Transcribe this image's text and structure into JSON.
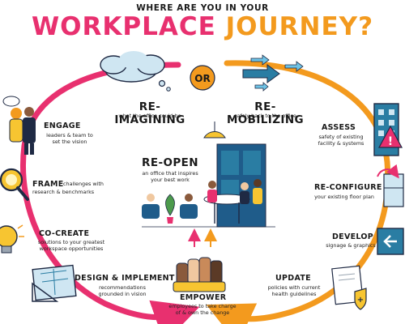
{
  "header": {
    "kicker": "WHERE ARE YOU IN YOUR",
    "title_part1": "WORKPLACE",
    "title_part2": "JOURNEY?"
  },
  "colors": {
    "pink": "#e8306f",
    "orange": "#f39a1e",
    "navy": "#1f2a44",
    "teal": "#2a7da3",
    "yellow": "#f7c531"
  },
  "center": {
    "connector": "OR",
    "reimagining": {
      "title": "RE-IMAGINING",
      "subtitle": "what the office could be"
    },
    "remobilizing": {
      "title": "RE-MOBILIZING",
      "subtitle": "safely back to the office"
    },
    "reopen": {
      "title": "RE-OPEN",
      "subtitle_l1": "an office that inspires",
      "subtitle_l2": "your best work"
    }
  },
  "steps_left": [
    {
      "title": "ENGAGE",
      "lines": [
        "leaders & team to",
        "set the vision"
      ]
    },
    {
      "title": "FRAME",
      "lines": [
        "challenges with",
        "research & benchmarks"
      ]
    },
    {
      "title": "CO-CREATE",
      "lines": [
        "solutions to your greatest",
        "workspace opportunities"
      ]
    },
    {
      "title": "DESIGN & IMPLEMENT",
      "lines": [
        "recommendations",
        "grounded in vision"
      ]
    }
  ],
  "steps_right": [
    {
      "title": "ASSESS",
      "lines": [
        "safety of existing",
        "facility & systems"
      ]
    },
    {
      "title": "RE-CONFIGURE",
      "lines": [
        "your existing floor plan"
      ]
    },
    {
      "title": "DEVELOP",
      "lines": [
        "signage & graphics"
      ]
    },
    {
      "title": "UPDATE",
      "lines": [
        "policies with current",
        "health guidelines"
      ]
    }
  ],
  "bottom": {
    "title": "EMPOWER",
    "lines": [
      "employees to take charge",
      "of & own the change"
    ]
  },
  "icons": [
    "thought-cloud-icon",
    "arrows-icon",
    "team-people-icon",
    "magnifier-icon",
    "lightbulb-icon",
    "blueprint-icon",
    "building-icon",
    "warning-icon",
    "floorplan-icon",
    "arrow-sign-icon",
    "document-shield-icon",
    "raised-fists-icon",
    "office-scene-icon"
  ]
}
